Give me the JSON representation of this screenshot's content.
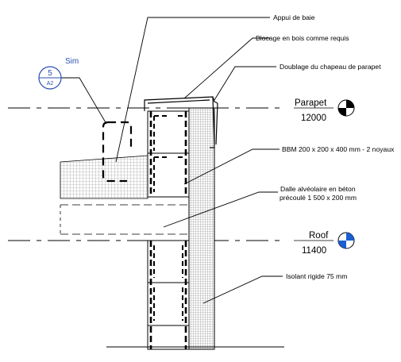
{
  "notes": {
    "appui": "Appui de baie",
    "blocage": "Blocage en bois comme requis",
    "doublage": "Doublage du chapeau de parapet",
    "bbm": "BBM 200 x 200 x 400 mm - 2 noyaux",
    "dalle_line1": "Dalle alvéolaire en béton",
    "dalle_line2": "précoulé 1 500 x 200 mm",
    "isolant": "Isolant rigide 75 mm"
  },
  "levels": {
    "parapet": {
      "name": "Parapet",
      "elevation": "12000"
    },
    "roof": {
      "name": "Roof",
      "elevation": "11400"
    }
  },
  "callout": {
    "number": "5",
    "sheet": "A2",
    "label": "Sim"
  },
  "colors": {
    "callout_blue": "#2a4fb0",
    "level_blue": "#1a5fd0",
    "line": "#000000"
  }
}
